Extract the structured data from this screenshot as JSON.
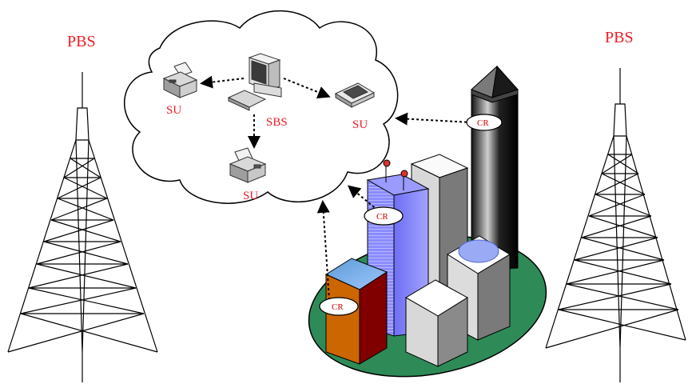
{
  "labels": {
    "pbs_left": "PBS",
    "pbs_right": "PBS",
    "sbs": "SBS",
    "su_left": "SU",
    "su_right": "SU",
    "su_bottom": "SU",
    "cr_tower": "CR",
    "cr_mid": "CR",
    "cr_low": "CR"
  },
  "colors": {
    "label_red": "#ee1c24",
    "ground_green": "#2e8b57",
    "building_blue": "#8080ff",
    "building_orange": "#cc6600",
    "building_darkred": "#800000"
  },
  "icons": [
    "tower-icon",
    "printer-icon",
    "computer-icon",
    "scanner-icon",
    "fax-icon",
    "building-icon"
  ]
}
